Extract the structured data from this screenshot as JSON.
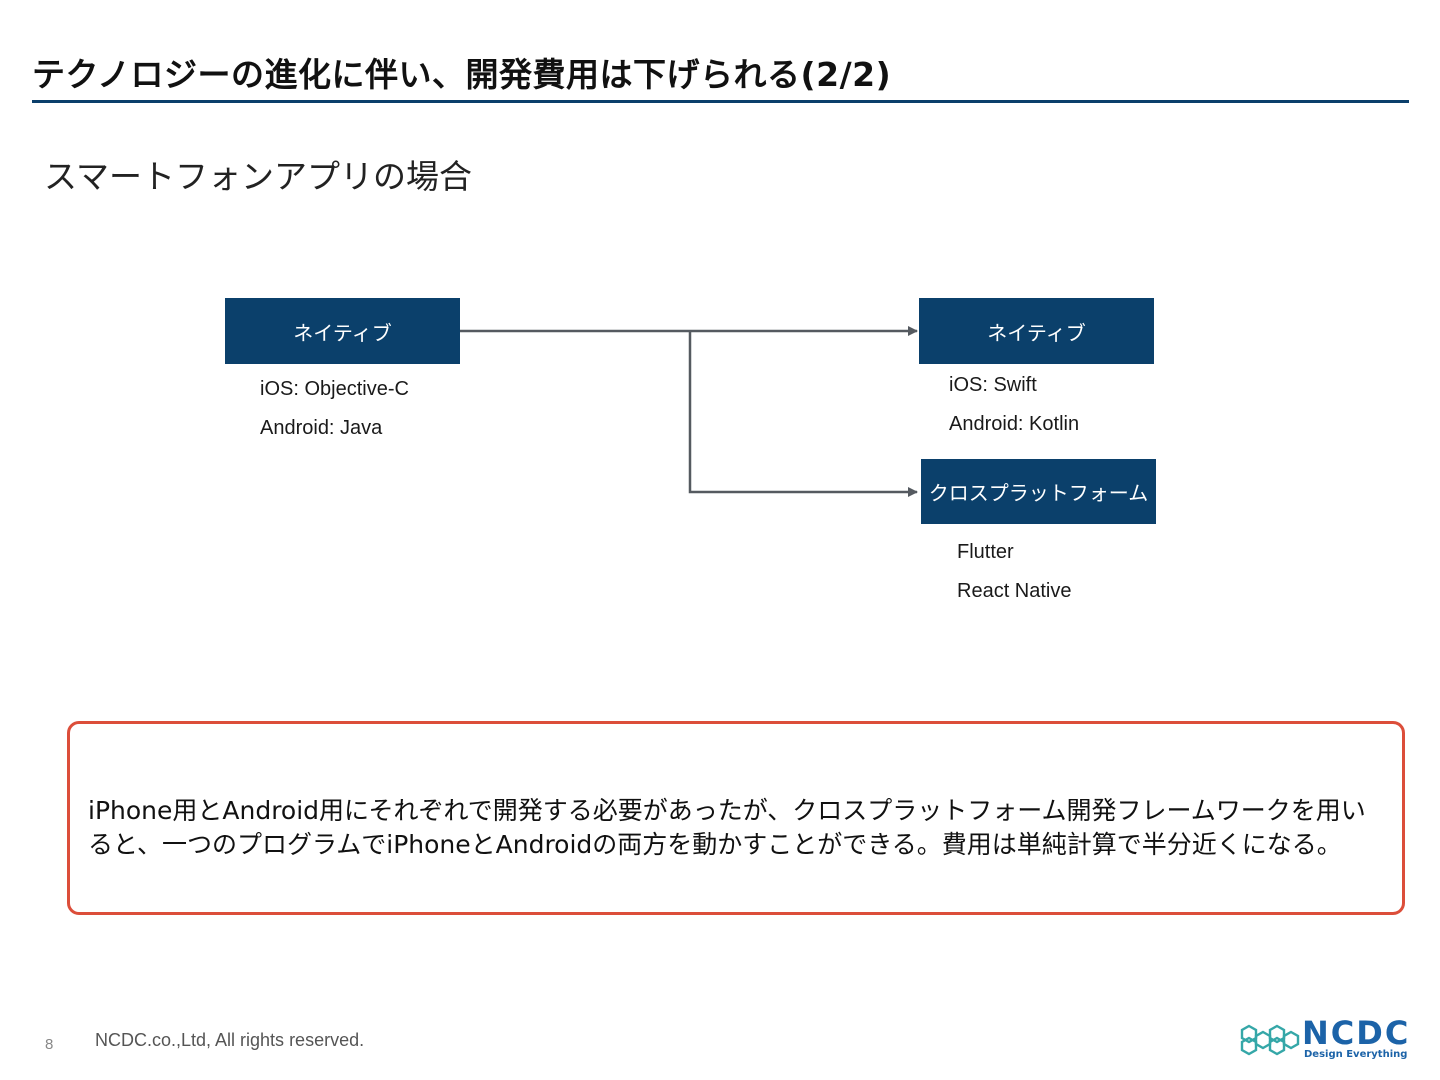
{
  "title": "テクノロジーの進化に伴い、開発費用は下げられる(2/2)",
  "subtitle": "スマートフォンアプリの場合",
  "diagram": {
    "source": {
      "label": "ネイティブ",
      "items": [
        "iOS: Objective-C",
        "Android: Java"
      ]
    },
    "targets": [
      {
        "label": "ネイティブ",
        "items": [
          "iOS: Swift",
          "Android: Kotlin"
        ]
      },
      {
        "label": "クロスプラットフォーム",
        "items": [
          "Flutter",
          "React Native"
        ]
      }
    ],
    "colors": {
      "box": "#0b406b",
      "arrow": "#555a60"
    }
  },
  "callout": {
    "text": "iPhone用とAndroid用にそれぞれで開発する必要があったが、クロスプラットフォーム開発フレームワークを用いると、一つのプログラムでiPhoneとAndroidの両方を動かすことができる。費用は単純計算で半分近くになる。",
    "border_color": "#dc4e3a"
  },
  "footer": {
    "page_number": "8",
    "copyright": "NCDC.co.,Ltd, All rights reserved.",
    "logo": {
      "name": "NCDC",
      "tagline": "Design Everything",
      "icon": "hexagon-chain-logo-icon"
    }
  }
}
